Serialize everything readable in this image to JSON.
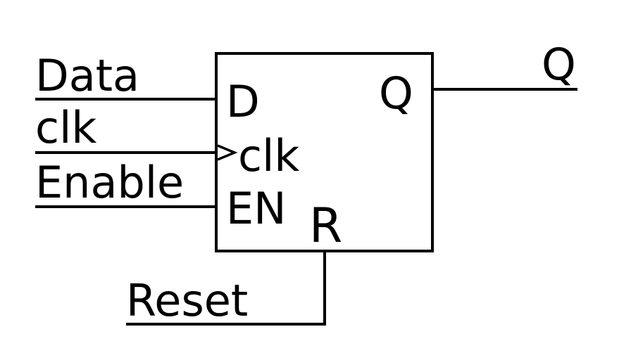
{
  "diagram": {
    "component": "d-flip-flop",
    "stroke_color": "#000000",
    "background_color": "#ffffff",
    "inputs": {
      "data": "Data",
      "clk": "clk",
      "enable": "Enable",
      "reset": "Reset"
    },
    "outputs": {
      "q": "Q"
    },
    "ports": {
      "d": "D",
      "clk": "clk",
      "en": "EN",
      "q": "Q",
      "r": "R"
    }
  }
}
